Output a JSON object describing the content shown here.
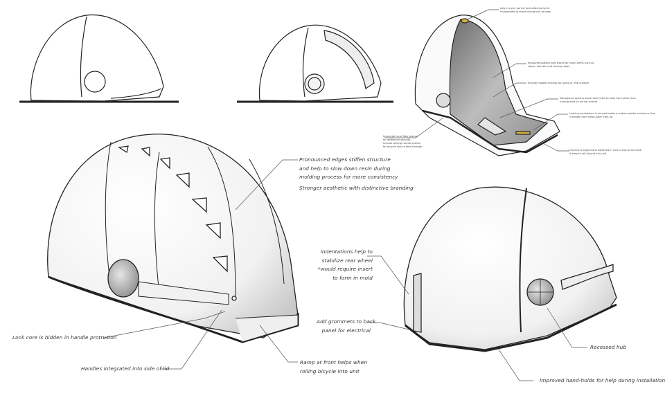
{
  "notes": {
    "edges": [
      "Pronounced edges stiffen structure",
      "and help to slow down resin during",
      "molding process for more consistency"
    ],
    "aesthetic": "Stronger aesthetic with distinctive branding",
    "indentations": [
      "Indentations help to",
      "stabilize rear wheel",
      "*would require insert",
      "to form in mold"
    ],
    "grommets": [
      "Add grommets to back",
      "panel for electrical"
    ],
    "lock": "Lock core is hidden in handle protrusion",
    "handles": "Handles integrated into side of lid",
    "ramp": [
      "Ramp at front helps when",
      "rolling bicycle into unit"
    ],
    "hub": "Recessed hub",
    "handholds": "Improved hand-holds for help during installation"
  },
  "small_notes": {
    "latch": [
      "Latch is only part of lock attached to lid",
      "*suspended to move during lock to base"
    ],
    "bolsters": [
      "Improved bolsters and tracks for small items such as",
      "shoes, helmets and cleanup tools"
    ],
    "pump": "Include molded mounts for pump or USB charger",
    "tabs": [
      "Dampened, locking wheel lock helps to keep from other from",
      "turning onto lid during closure"
    ],
    "mechanism": [
      "Locking mechanism is housed inside a custom plastic enclosure that",
      "is hidden from view under front lip"
    ],
    "floor": [
      "Improved recut floor places",
      "for additional security,",
      "Include locking rescue system",
      "for bicycle lock to feed through"
    ],
    "lip": [
      "Front lip is angled and flattened in such a way as to make",
      "it easy to roll bicycle into unit."
    ]
  },
  "colors": {
    "ink": "#1a1a1a",
    "shade": "#cfcfcf",
    "interior": "#a8a8a8",
    "latch_accent": "#d9b23a"
  }
}
